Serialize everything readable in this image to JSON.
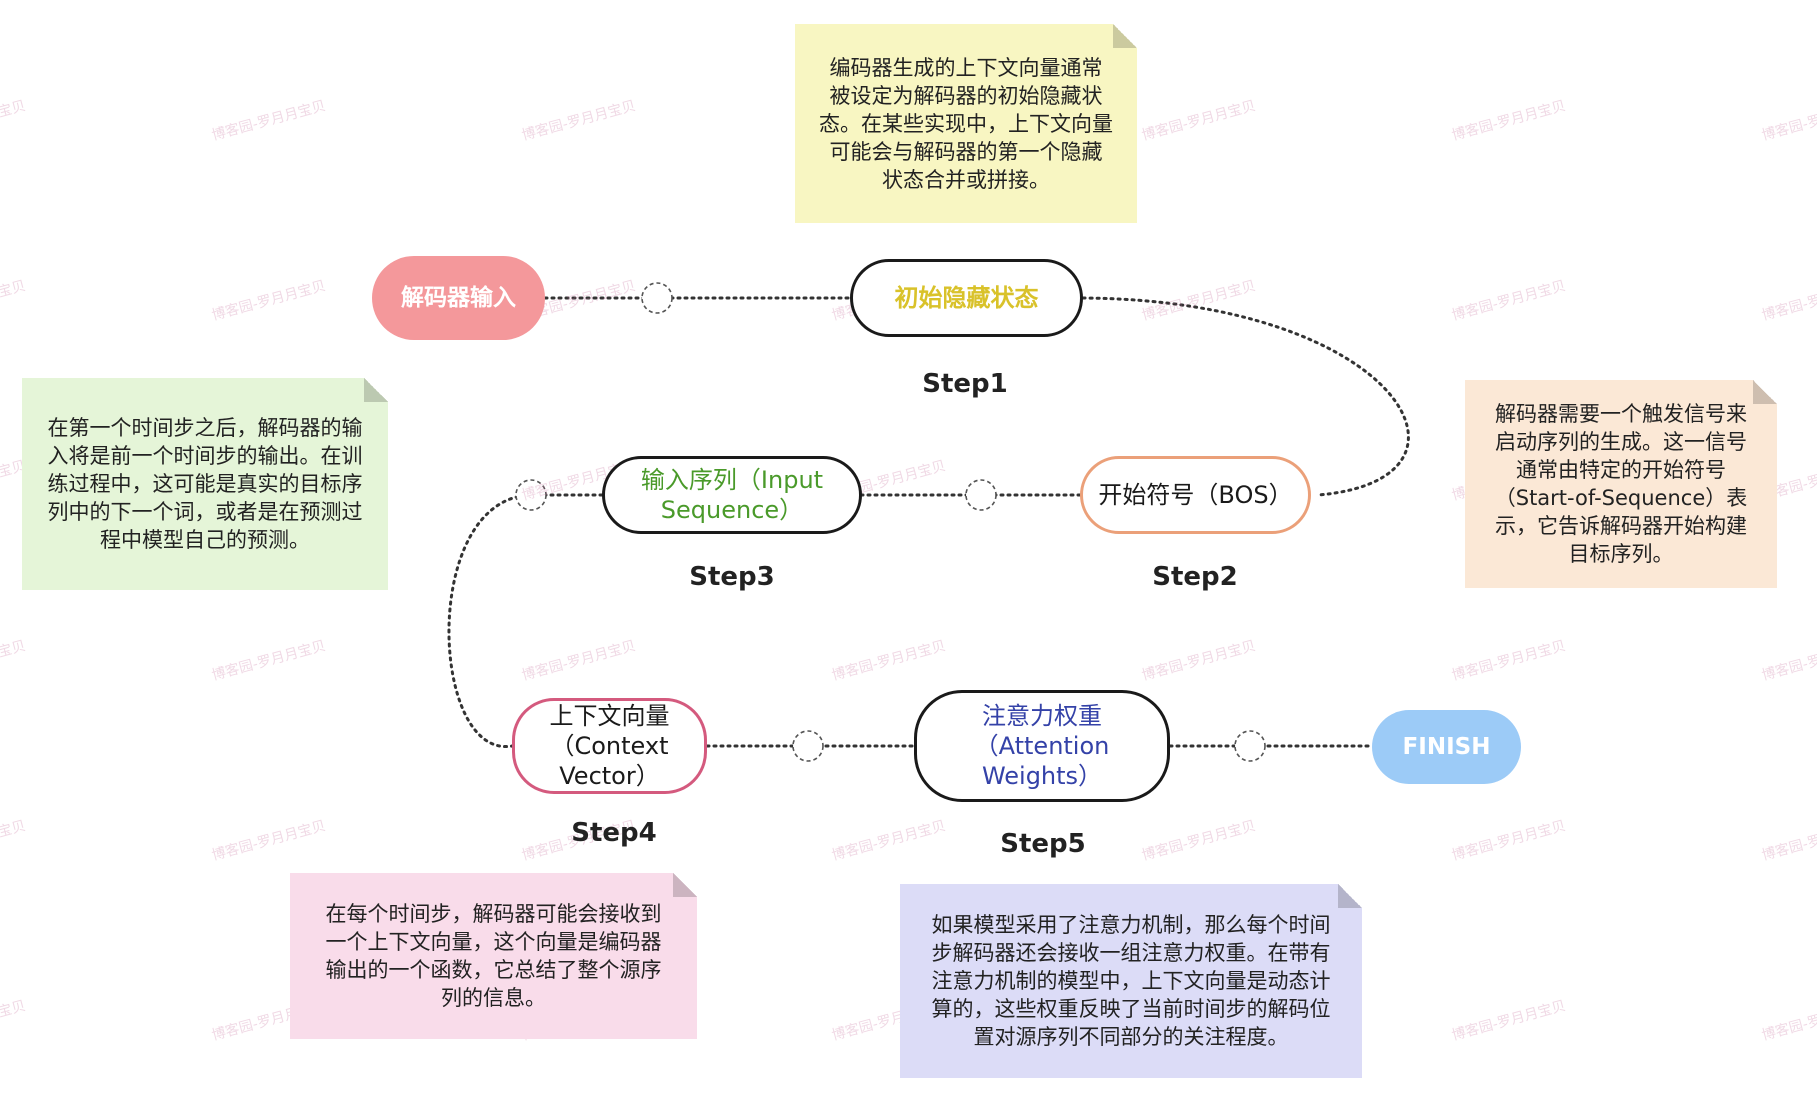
{
  "nodes": {
    "decoder_input": "解码器输入",
    "initial_hidden_state": "初始隐藏状态",
    "bos": "开始符号（BOS）",
    "input_sequence": "输入序列（Input Sequence）",
    "context_vector": "上下文向量（Context Vector）",
    "attention_weights": "注意力权重（Attention Weights）",
    "finish": "FINISH"
  },
  "steps": {
    "step1": "Step1",
    "step2": "Step2",
    "step3": "Step3",
    "step4": "Step4",
    "step5": "Step5"
  },
  "notes": {
    "top": "编码器生成的上下文向量通常\n被设定为解码器的初始隐藏状\n态。在某些实现中，上下文向量\n可能会与解码器的第一个隐藏\n状态合并或拼接。",
    "right": "解码器需要一个触发信号来\n启动序列的生成。这一信号\n通常由特定的开始符号\n（Start-of-Sequence）表\n示，它告诉解码器开始构建\n目标序列。",
    "left": "在第一个时间步之后，解码器的输\n入将是前一个时间步的输出。在训\n练过程中，这可能是真实的目标序\n列中的下一个词，或者是在预测过\n程中模型自己的预测。",
    "bottom_left": "在每个时间步，解码器可能会接收到\n一个上下文向量，这个向量是编码器\n输出的一个函数，它总结了整个源序\n列的信息。",
    "bottom_right": "如果模型采用了注意力机制，那么每个时间\n步解码器还会接收一组注意力权重。在带有\n注意力机制的模型中，上下文向量是动态计\n算的，这些权重反映了当前时间步的解码位\n置对源序列不同部分的关注程度。"
  },
  "watermark": "博客园-罗月月宝贝",
  "colors": {
    "decoder_input_fill": "#f4989b",
    "initial_hidden_text": "#d9c22a",
    "bos_border": "#eba079",
    "input_seq_text": "#4a9a2a",
    "context_border": "#d45a7e",
    "attention_text": "#3442a8",
    "finish_fill": "#9ccbf7",
    "note_yellow": "#f8f6c2",
    "note_peach": "#fbe8d6",
    "note_green": "#e5f5d8",
    "note_pink": "#f9dcea",
    "note_lavender": "#dcdcf7"
  }
}
